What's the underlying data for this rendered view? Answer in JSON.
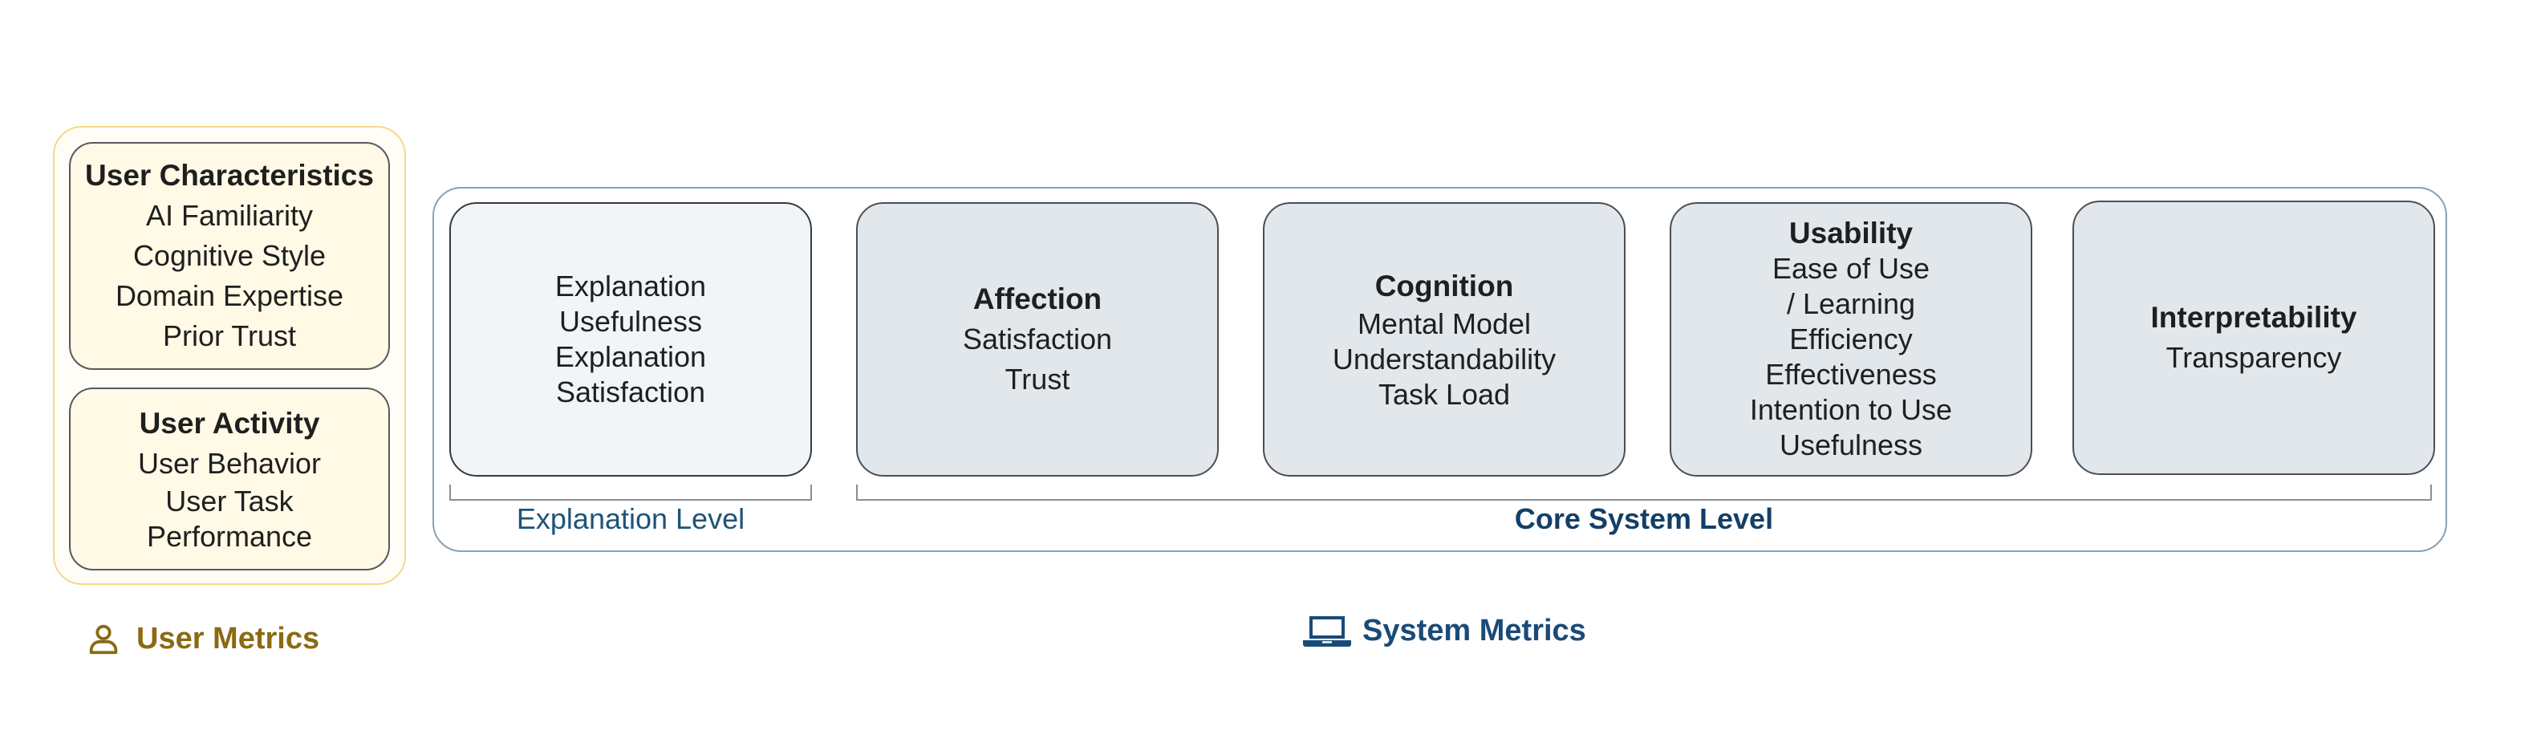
{
  "user_metrics": {
    "label": "User Metrics",
    "icon": "person-icon",
    "accent": "#8a6a12",
    "characteristics": {
      "title": "User Characteristics",
      "items": [
        "AI Familiarity",
        "Cognitive Style",
        "Domain Expertise",
        "Prior Trust"
      ]
    },
    "activity": {
      "title": "User Activity",
      "items": [
        "User Behavior",
        "User Task",
        "Performance"
      ]
    }
  },
  "system_metrics": {
    "label": "System Metrics",
    "icon": "laptop-icon",
    "accent": "#1a4a78",
    "explanation_card": {
      "items": [
        "Explanation",
        "Usefulness",
        "Explanation",
        "Satisfaction"
      ]
    },
    "affection": {
      "title": "Affection",
      "items": [
        "Satisfaction",
        "Trust"
      ]
    },
    "cognition": {
      "title": "Cognition",
      "items": [
        "Mental Model",
        "Understandability",
        "Task Load"
      ]
    },
    "usability": {
      "title": "Usability",
      "items": [
        "Ease of Use",
        "/ Learning",
        "Efficiency",
        "Effectiveness",
        "Intention to Use",
        "Usefulness"
      ]
    },
    "interpretability": {
      "title": "Interpretability",
      "items": [
        "Transparency"
      ]
    },
    "levels": {
      "explanation": "Explanation Level",
      "core": "Core System Level"
    }
  }
}
